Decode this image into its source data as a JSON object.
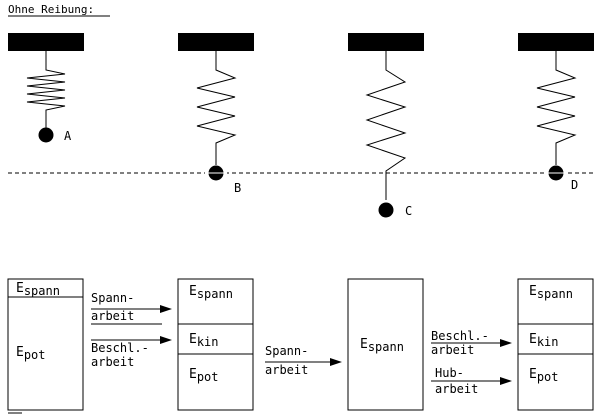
{
  "title": "Ohne Reibung:",
  "points": [
    "A",
    "B",
    "C",
    "D"
  ],
  "energy": {
    "spann": "E",
    "spann_sub": "spann",
    "pot": "E",
    "pot_sub": "pot",
    "kin": "E",
    "kin_sub": "kin"
  },
  "arrows": {
    "spannarbeit_1": "Spann-",
    "spannarbeit_2": "arbeit",
    "beschl_1": "Beschl.-",
    "beschl_2": "arbeit",
    "hub_1": "Hub-",
    "hub_2": "arbeit"
  }
}
